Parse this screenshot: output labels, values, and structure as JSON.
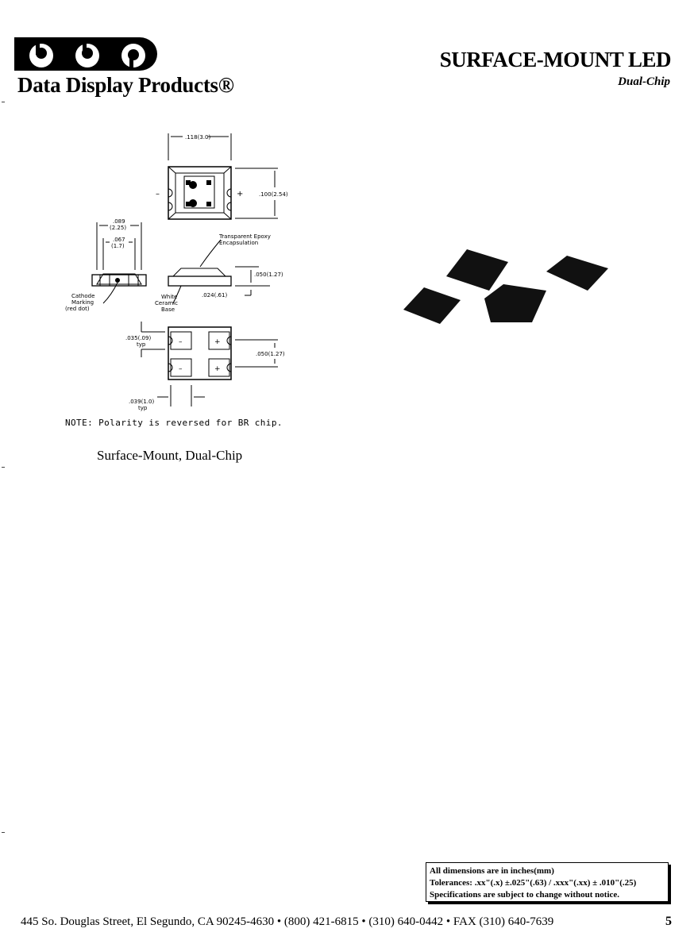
{
  "header": {
    "company_name": "Data Display Products®",
    "title": "SURFACE-MOUNT LED",
    "subtitle": "Dual-Chip"
  },
  "drawing": {
    "top_width": ".118(3.0)",
    "top_height": ".100(2.54)",
    "minus_sign": "–",
    "plus_sign": "+",
    "side_width_outer_1": ".089",
    "side_width_outer_2": "(2.25)",
    "side_width_inner_1": ".067",
    "side_width_inner_2": "(1.7)",
    "epoxy_label_1": "Transparent Epoxy",
    "epoxy_label_2": "Encapsulation",
    "height_dim": ".050(1.27)",
    "base_dim": ".024(.61)",
    "cathode_1": "Cathode",
    "cathode_2": "Marking",
    "cathode_3": "(red dot)",
    "base_1": "White",
    "base_2": "Ceramic",
    "base_3": "Base",
    "pad_dim_1": ".035(.09)",
    "pad_dim_2": "typ",
    "pad_pitch": ".050(1.27)",
    "pad_width_1": ".039(1.0)",
    "pad_width_2": "typ"
  },
  "note": "NOTE: Polarity is reversed for BR chip.",
  "caption": "Surface-Mount, Dual-Chip",
  "dimensions_box": {
    "line1": "All dimensions are in inches(mm)",
    "line2": "Tolerances: .xx\"(.x) ±.025\"(.63) / .xxx\"(.xx) ± .010\"(.25)",
    "line3": "Specifications are subject to change without notice."
  },
  "footer": {
    "address": "445 So. Douglas Street, El Segundo, CA 90245-4630 • (800) 421-6815 • (310) 640-0442 • FAX (310) 640-7639",
    "page_number": "5"
  }
}
